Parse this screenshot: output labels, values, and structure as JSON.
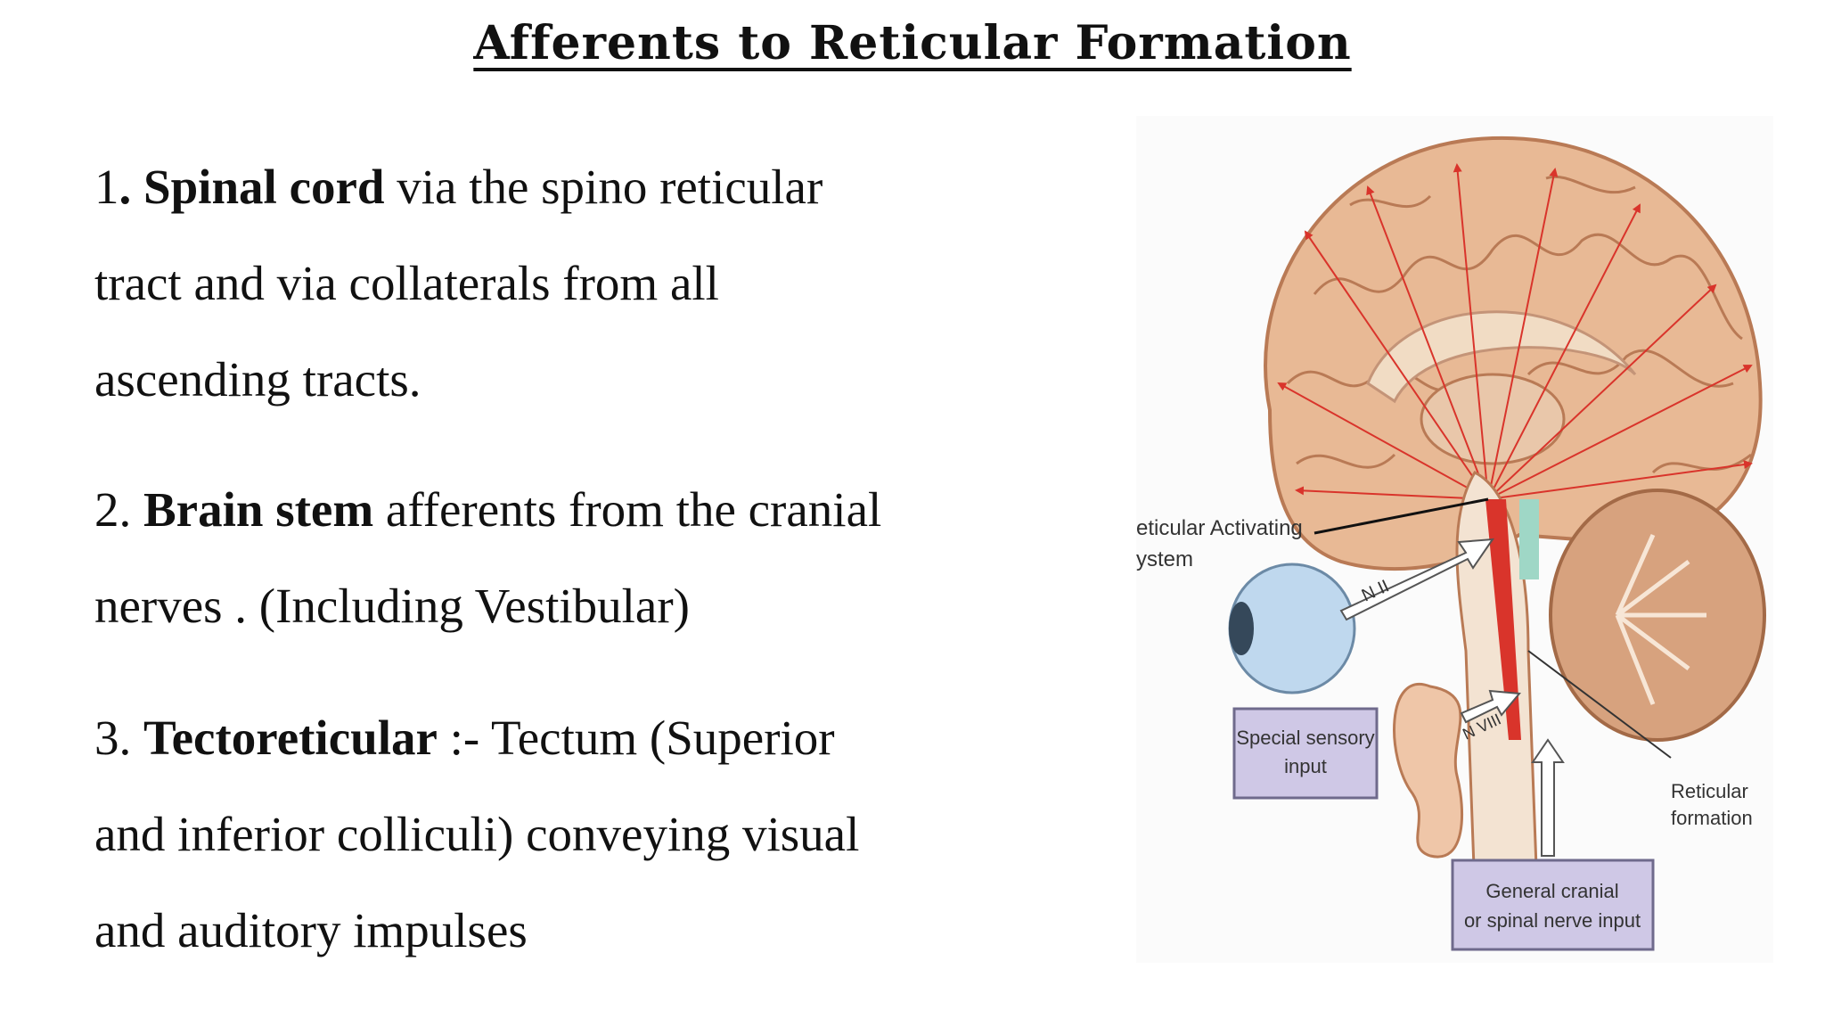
{
  "slide": {
    "title": "Afferents to Reticular Formation",
    "items": [
      {
        "number": "1",
        "term": ". Spinal cord",
        "line1_rest": " via the spino reticular",
        "line2": "tract and via collaterals from all",
        "line3": "ascending tracts."
      },
      {
        "number": "2. ",
        "term": "Brain stem",
        "line1_rest": " afferents from the cranial",
        "line2": "nerves . (Including Vestibular)"
      },
      {
        "number": "3. ",
        "term": "Tectoreticular",
        "line1_rest": " :- Tectum (Superior",
        "line2": "and inferior colliculi) conveying visual",
        "line3": "and auditory impulses"
      }
    ]
  },
  "figure": {
    "label_ras_1": "eticular Activating",
    "label_ras_2": "ystem",
    "label_n2": "N II",
    "label_n8": "N VIII",
    "label_special_1": "Special sensory",
    "label_special_2": "input",
    "label_rf_1": "Reticular",
    "label_rf_2": "formation",
    "label_general_1": "General cranial",
    "label_general_2": "or spinal nerve input",
    "colors": {
      "cortex": "#e8b995",
      "cortex_outline": "#b97a55",
      "arrows": "#d9342b",
      "box_fill": "#cfc8e6",
      "box_stroke": "#6f6a8c",
      "eye": "#bfd8ee",
      "cerebellum": "#d7a27e"
    }
  }
}
